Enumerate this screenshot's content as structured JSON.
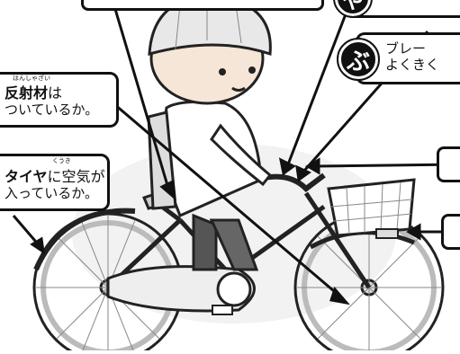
{
  "reflector_box": {
    "word_bold": "反射材",
    "word_rest": "は",
    "line2": "ついているか。",
    "furigana": "はんしゃざい"
  },
  "tire_box": {
    "word_bold": "タイヤ",
    "word_mid": "に",
    "word_air": "空気",
    "word_rest": "が",
    "line2": "入っているか。",
    "furigana": "くうき"
  },
  "brake_box": {
    "badge": "ぶ",
    "line1": "ブレー",
    "line2": "よくきく"
  },
  "top_badge": {
    "badge": "や"
  },
  "colors": {
    "ink": "#111111",
    "paper": "#ffffff"
  }
}
